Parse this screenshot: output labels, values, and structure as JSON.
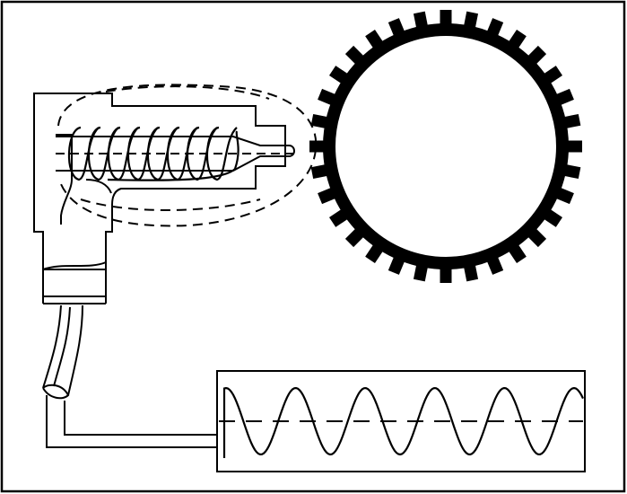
{
  "diagram": {
    "components": [
      {
        "id": "sensor-body",
        "kind": "sensor housing"
      },
      {
        "id": "coil",
        "kind": "coil winding",
        "turns": 8
      },
      {
        "id": "magnetic-field",
        "kind": "field lines"
      },
      {
        "id": "reluctor-ring",
        "kind": "toothed ring",
        "teeth": 32
      },
      {
        "id": "cable",
        "kind": "signal cable"
      },
      {
        "id": "signal-display",
        "kind": "output waveform",
        "cycles": 5
      }
    ],
    "colors": {
      "ink": "#000000",
      "paper": "#ffffff"
    }
  }
}
